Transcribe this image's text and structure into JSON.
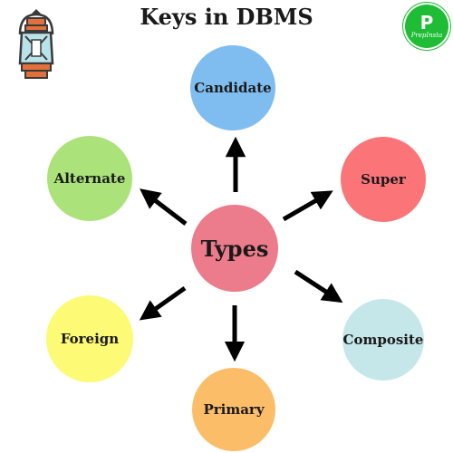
{
  "title": "Keys in DBMS",
  "logo": {
    "letter": "P",
    "text": "PrepInsta"
  },
  "center": {
    "label": "Types",
    "color": "#ec7b8b"
  },
  "nodes": [
    {
      "id": "candidate",
      "label": "Candidate",
      "color": "#7fbdf0"
    },
    {
      "id": "super",
      "label": "Super",
      "color": "#fb7478"
    },
    {
      "id": "composite",
      "label": "Composite",
      "color": "#c6e7ea"
    },
    {
      "id": "primary",
      "label": "Primary",
      "color": "#fcbd69"
    },
    {
      "id": "foreign",
      "label": "Foreign",
      "color": "#fdfa76"
    },
    {
      "id": "alternate",
      "label": "Alternate",
      "color": "#abe27a"
    }
  ]
}
